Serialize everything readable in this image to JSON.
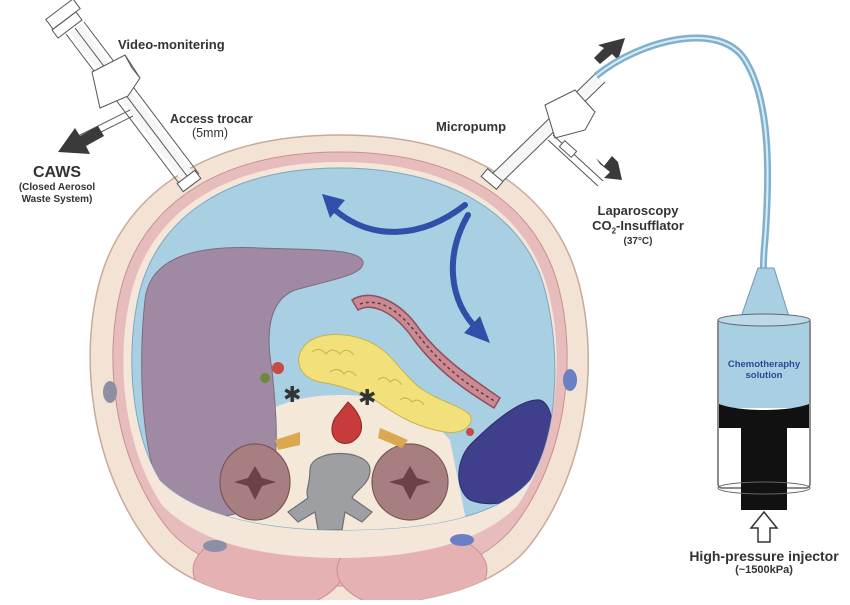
{
  "labels": {
    "video_monitoring": "Video-monitering",
    "access_trocar": "Access trocar",
    "access_trocar_size": "(5mm)",
    "micropump": "Micropump",
    "caws": "CAWS",
    "caws_desc_1": "(Closed Aerosol",
    "caws_desc_2": "Waste System)",
    "laparoscopy": "Laparoscopy",
    "insufflator_pre": "CO",
    "insufflator_sub": "2",
    "insufflator_post": "-Insufflator",
    "insufflator_temp": "(37°C)",
    "chemo_1": "Chemotheraphy",
    "chemo_2": "solution",
    "injector": "High-pressure injector",
    "injector_pressure": "(~1500kPa)"
  },
  "colors": {
    "abdominal_cavity": "#a9cfe2",
    "skin": "#f3e3d4",
    "muscle": "#e7bcbc",
    "liver": "#a08aa3",
    "pancreas": "#f2e07a",
    "spleen": "#3f3f8c",
    "kidney": "#a87f80",
    "vertebra": "#9d9fa2",
    "aorta": "#c73b3b",
    "flow_arrow": "#2f4fa8",
    "tube": "#7fb1cf",
    "plunger": "#111111",
    "label_text": "#333333"
  },
  "icons": [
    "caws-arrow-icon",
    "inflow-arrow-icon",
    "injector-up-arrow-icon",
    "peritoneal-space-asterisk-icon"
  ]
}
